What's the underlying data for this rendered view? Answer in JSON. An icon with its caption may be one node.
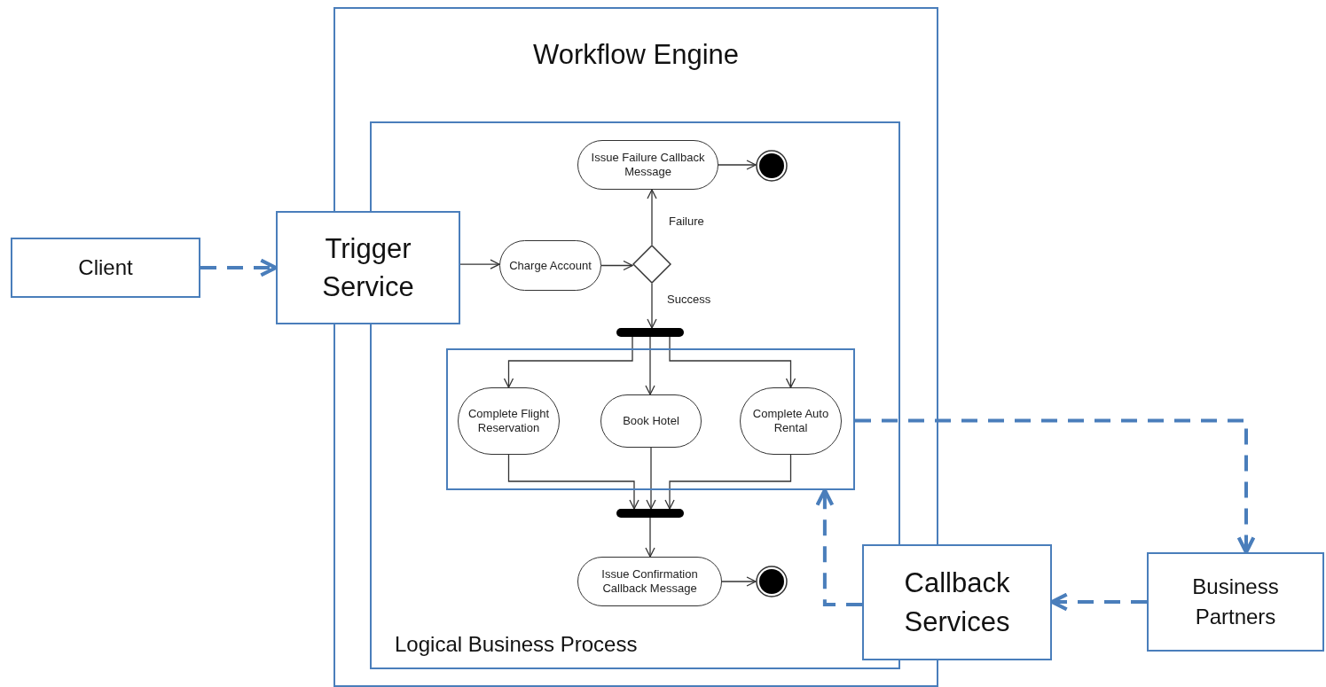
{
  "diagram": {
    "nodes": [
      {
        "text": [
          "Workflow Engine"
        ]
      },
      {
        "text": [
          "Logical Business Process"
        ],
        "in": 0
      },
      {
        "text": [
          "Client"
        ]
      },
      {
        "text": [
          "Trigger Service"
        ]
      },
      {
        "text": [
          "Charge Account"
        ],
        "in": 1
      },
      {
        "text": [],
        "shape": "diamond",
        "in": 1
      },
      {
        "text": [
          "Issue Failure Callback Message"
        ],
        "in": 1
      },
      {
        "text": [],
        "shape": "circle",
        "in": 1
      },
      {
        "text": [],
        "shape": "bar",
        "in": 1
      },
      {
        "text": [],
        "shape": "box",
        "in": 1
      },
      {
        "text": [
          "Complete Flight Reservation"
        ],
        "in": 9
      },
      {
        "text": [
          "Book Hotel"
        ],
        "in": 9
      },
      {
        "text": [
          "Complete Auto Rental"
        ],
        "in": 9
      },
      {
        "text": [],
        "shape": "bar",
        "in": 1
      },
      {
        "text": [
          "Issue Confirmation Callback Message"
        ],
        "in": 1
      },
      {
        "text": [],
        "shape": "circle",
        "in": 1
      },
      {
        "text": [
          "Callback Services"
        ]
      },
      {
        "text": [
          "Business Partners"
        ]
      }
    ],
    "edges": [
      {
        "from": 2,
        "to": 3,
        "arrow": "to",
        "style": "dashed",
        "color": "#4a7ebb"
      },
      {
        "from": 3,
        "to": 4,
        "arrow": "to"
      },
      {
        "from": 4,
        "to": 5,
        "arrow": "to"
      },
      {
        "from": 5,
        "to": 6,
        "arrow": "to",
        "label": "Failure"
      },
      {
        "from": 6,
        "to": 7,
        "arrow": "to"
      },
      {
        "from": 5,
        "to": 8,
        "arrow": "to",
        "label": "Success"
      },
      {
        "from": 8,
        "to": 10,
        "arrow": "to"
      },
      {
        "from": 8,
        "to": 11,
        "arrow": "to"
      },
      {
        "from": 8,
        "to": 12,
        "arrow": "to"
      },
      {
        "from": 10,
        "to": 13,
        "arrow": "to"
      },
      {
        "from": 11,
        "to": 13,
        "arrow": "to"
      },
      {
        "from": 12,
        "to": 13,
        "arrow": "to"
      },
      {
        "from": 13,
        "to": 14,
        "arrow": "to"
      },
      {
        "from": 14,
        "to": 15,
        "arrow": "to"
      },
      {
        "from": 9,
        "to": 17,
        "arrow": "to",
        "style": "dashed",
        "color": "#4a7ebb"
      },
      {
        "from": 17,
        "to": 16,
        "arrow": "to",
        "style": "dashed",
        "color": "#4a7ebb"
      },
      {
        "from": 16,
        "to": 9,
        "arrow": "to",
        "style": "dashed",
        "color": "#4a7ebb"
      }
    ]
  }
}
